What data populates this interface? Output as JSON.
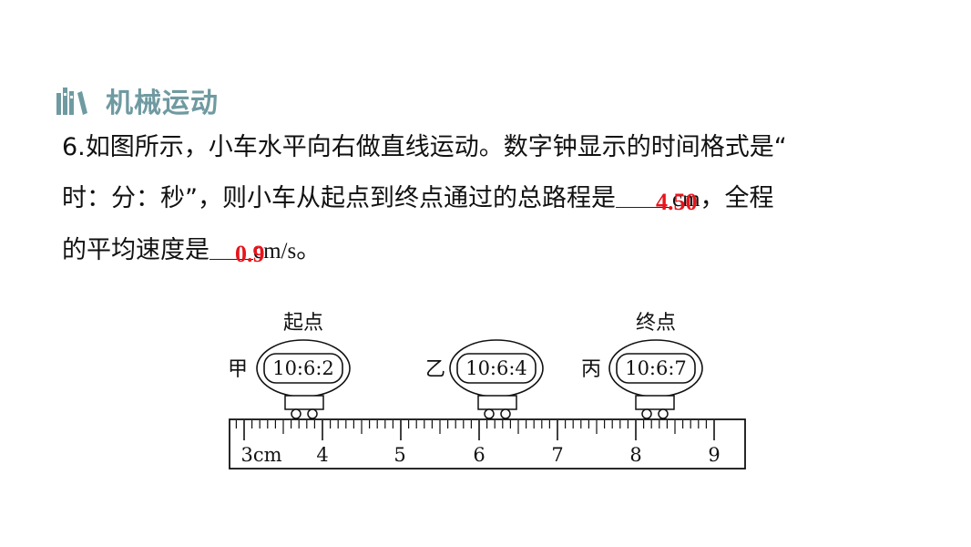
{
  "header": {
    "title": "机械运动",
    "icon": "books-icon",
    "color": "#6f9aa1"
  },
  "question": {
    "part1": "6.如图所示，小车水平向右做直线运动。数字钟显示的时间格式是“",
    "part2": "时：分：秒”，则小车从起点到终点通过的总路程是",
    "unit1": "cm",
    "part3": "，全程",
    "part4": "的平均速度是",
    "unit2": "cm/s",
    "part5": "。",
    "answer1": "4.50",
    "answer2": "0.9",
    "answer_color": "#e8141b"
  },
  "figure": {
    "start_label": "起点",
    "end_label": "终点",
    "carts": [
      {
        "label": "甲",
        "time": "10:6:2",
        "position_cm": 3.5
      },
      {
        "label": "乙",
        "time": "10:6:4",
        "position_cm": 6.2
      },
      {
        "label": "丙",
        "time": "10:6:7",
        "position_cm": 8.2
      }
    ],
    "ruler": {
      "start_label": "3cm",
      "tick_labels": [
        "4",
        "5",
        "6",
        "7",
        "8",
        "9"
      ],
      "min_cm": 3,
      "max_cm": 9
    }
  }
}
